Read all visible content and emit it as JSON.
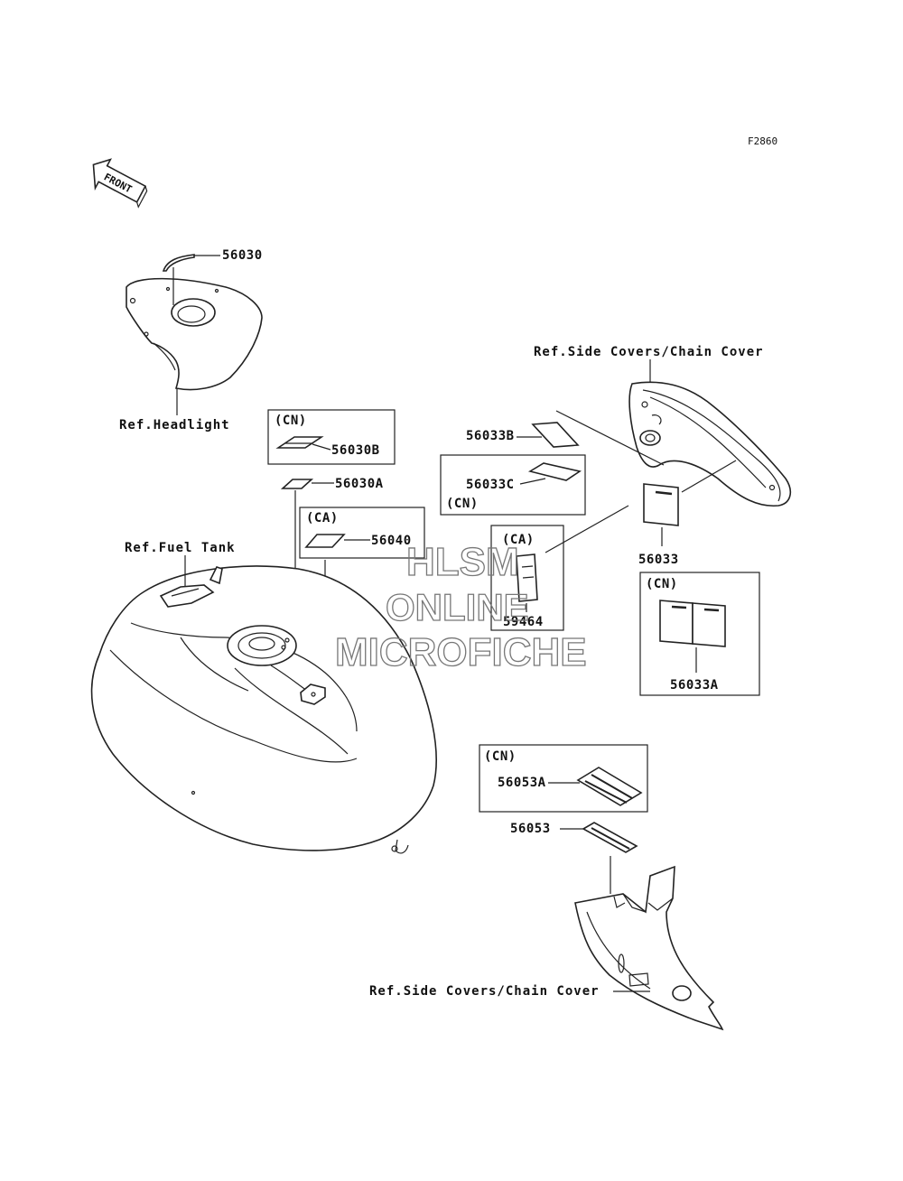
{
  "figure_code": "F2860",
  "front_arrow": {
    "text": "FRONT",
    "icon": "front-arrow-icon"
  },
  "part_labels": {
    "p56030": "56030",
    "p56030B": "56030B",
    "p56030A": "56030A",
    "p56040": "56040",
    "p56033B": "56033B",
    "p56033C": "56033C",
    "p56033": "56033",
    "p56033A": "56033A",
    "p59464": "59464",
    "p56053A": "56053A",
    "p56053": "56053"
  },
  "region_tags": {
    "cn_56030B": "(CN)",
    "ca_56040": "(CA)",
    "cn_56033C": "(CN)",
    "ca_59464": "(CA)",
    "cn_56033A": "(CN)",
    "cn_56053A": "(CN)"
  },
  "references": {
    "headlight": "Ref.Headlight",
    "fuel_tank": "Ref.Fuel Tank",
    "side_covers_top": "Ref.Side Covers/Chain Cover",
    "side_covers_bottom": "Ref.Side Covers/Chain Cover"
  },
  "watermark": {
    "line1": "HLSM",
    "line2": "ONLINE",
    "line3": "MICROFICHE"
  }
}
